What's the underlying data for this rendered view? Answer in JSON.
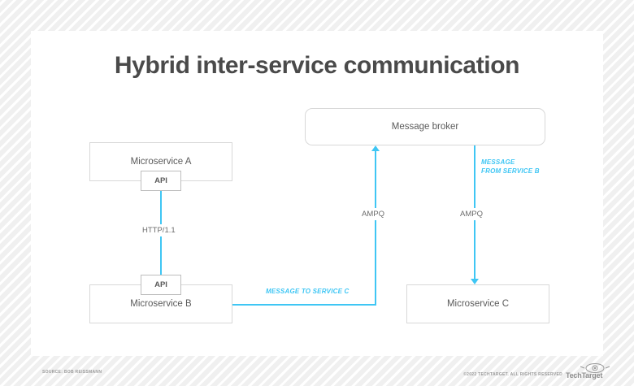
{
  "diagram": {
    "title": "Hybrid inter-service communication",
    "nodes": [
      {
        "id": "microservice-a",
        "label": "Microservice A"
      },
      {
        "id": "microservice-b",
        "label": "Microservice B"
      },
      {
        "id": "microservice-c",
        "label": "Microservice C"
      },
      {
        "id": "message-broker",
        "label": "Message broker"
      }
    ],
    "ports": [
      {
        "id": "api-a",
        "label": "API"
      },
      {
        "id": "api-b",
        "label": "API"
      }
    ],
    "edge_labels": [
      {
        "id": "http-label",
        "label": "HTTP/1.1"
      },
      {
        "id": "ampq-left-label",
        "label": "AMPQ"
      },
      {
        "id": "ampq-right-label",
        "label": "AMPQ"
      }
    ],
    "annotations": [
      {
        "id": "message-to-service-c",
        "label": "MESSAGE TO SERVICE C"
      },
      {
        "id": "message-from-service-b-line1",
        "label": "MESSAGE"
      },
      {
        "id": "message-from-service-b-line2",
        "label": "FROM SERVICE B"
      }
    ],
    "colors": {
      "accent": "#3fc6f4",
      "node_border": "#d8d8d8",
      "text": "#5a5a5a",
      "title": "#4a4a4a"
    }
  },
  "footer": {
    "source": "SOURCE: BOB REISSMANN",
    "copyright": "©2022 TECHTARGET. ALL RIGHTS RESERVED",
    "brand": "TechTarget"
  }
}
